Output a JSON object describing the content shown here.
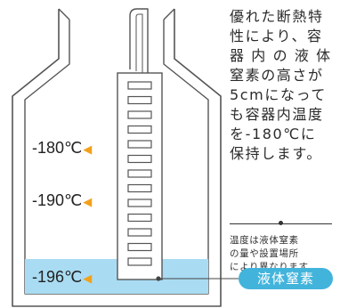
{
  "labels": {
    "temp_top": "-180℃",
    "temp_mid": "-190℃",
    "temp_bottom": "-196℃",
    "liquid_name": "液体窒素"
  },
  "description": {
    "lines": [
      "優れた断熱特",
      "性により、容",
      "器 内 の 液 体",
      "窒素の高さが",
      "5cmになって",
      "も容器内温度",
      "を-180℃に",
      "保持します。"
    ]
  },
  "note": {
    "lines": [
      "温度は液体窒素",
      "の量や設置場所",
      "により異なります。"
    ]
  },
  "colors": {
    "liquid": "#a9dcf3",
    "pill": "#42b4dc",
    "arrow": "#f2a11b",
    "outline": "#555555"
  }
}
